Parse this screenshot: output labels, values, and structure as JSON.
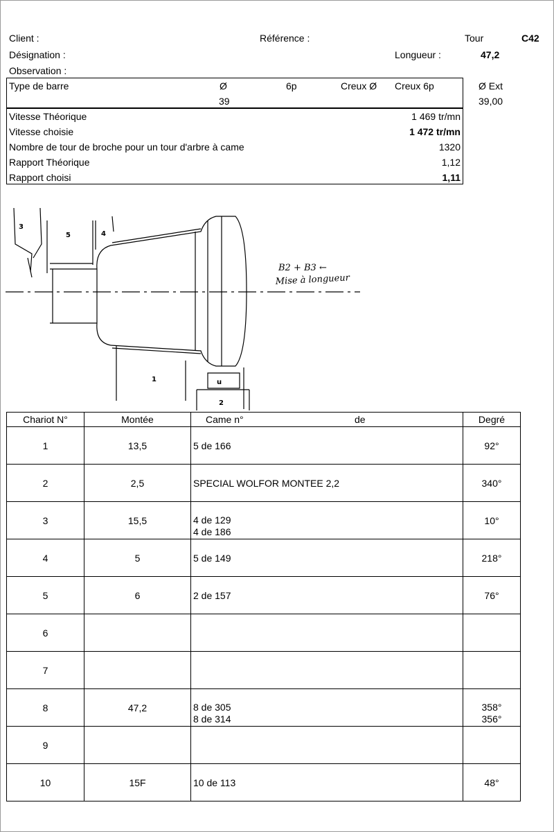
{
  "header": {
    "client_label": "Client :",
    "reference_label": "Référence :",
    "tour_label": "Tour",
    "tour_value": "C42",
    "designation_label": "Désignation :",
    "longueur_label": "Longueur :",
    "longueur_value": "47,2",
    "observation_label": "Observation :"
  },
  "bar": {
    "type_label": "Type de barre",
    "diam_label": "Ø",
    "p6_label": "6p",
    "creux_diam_label": "Creux Ø",
    "creux_6p_label": "Creux 6p",
    "ext_label": "Ø Ext",
    "diam_value": "39",
    "ext_value": "39,00"
  },
  "speeds": {
    "rows": [
      {
        "label": "Vitesse Théorique",
        "value": "1 469 tr/mn"
      },
      {
        "label": "Vitesse choisie",
        "value": "1 472 tr/mn"
      },
      {
        "label": "Nombre de tour de broche pour un tour d'arbre à came",
        "value": "1320"
      },
      {
        "label": "Rapport Théorique",
        "value": "1,12"
      },
      {
        "label": "Rapport choisi",
        "value": "1,11"
      }
    ]
  },
  "drawing": {
    "labels": [
      "3",
      "5",
      "4",
      "1",
      "u",
      "2"
    ],
    "note_line1": "B2 + B3 ←",
    "note_line2": "Mise à longueur"
  },
  "table": {
    "headers": {
      "chariot": "Chariot N°",
      "montee": "Montée",
      "came": "Came n°",
      "de": "de",
      "degre": "Degré"
    },
    "rows": [
      {
        "n": "1",
        "montee": "13,5",
        "came1": "5 de 166",
        "came2": "",
        "deg1": "92°",
        "deg2": ""
      },
      {
        "n": "2",
        "montee": "2,5",
        "came1": "SPECIAL WOLFOR MONTEE 2,2",
        "came2": "",
        "deg1": "340°",
        "deg2": ""
      },
      {
        "n": "3",
        "montee": "15,5",
        "came1": "4 de 129",
        "came2": "4 de 186",
        "deg1": "10°",
        "deg2": ""
      },
      {
        "n": "4",
        "montee": "5",
        "came1": "5 de 149",
        "came2": "",
        "deg1": "218°",
        "deg2": ""
      },
      {
        "n": "5",
        "montee": "6",
        "came1": "2 de 157",
        "came2": "",
        "deg1": "76°",
        "deg2": ""
      },
      {
        "n": "6",
        "montee": "",
        "came1": "",
        "came2": "",
        "deg1": "",
        "deg2": ""
      },
      {
        "n": "7",
        "montee": "",
        "came1": "",
        "came2": "",
        "deg1": "",
        "deg2": ""
      },
      {
        "n": "8",
        "montee": "47,2",
        "came1": "8 de 305",
        "came2": "8 de 314",
        "deg1": "358°",
        "deg2": "356°"
      },
      {
        "n": "9",
        "montee": "",
        "came1": "",
        "came2": "",
        "deg1": "",
        "deg2": ""
      },
      {
        "n": "10",
        "montee": "15F",
        "came1": "10 de 113",
        "came2": "",
        "deg1": "48°",
        "deg2": ""
      }
    ]
  }
}
